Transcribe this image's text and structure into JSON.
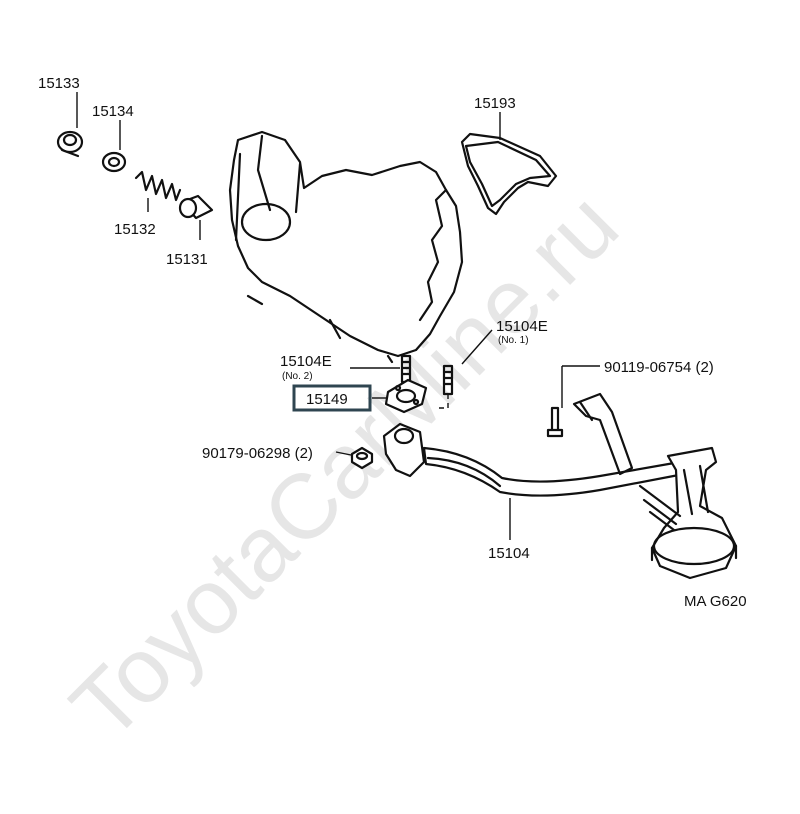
{
  "watermark": "ToyotaCarMine.ru",
  "diagram_code": "MA G620",
  "highlight_color": "#2f4550",
  "labels": {
    "p15133": "15133",
    "p15134": "15134",
    "p15132": "15132",
    "p15131": "15131",
    "p15193": "15193",
    "p15104e_no1": "15104E",
    "p15104e_no1_sub": "(No. 1)",
    "p15104e_no2": "15104E",
    "p15104e_no2_sub": "(No. 2)",
    "p15149": "15149",
    "p90119": "90119-06754 (2)",
    "p90179": "90179-06298 (2)",
    "p15104": "15104"
  }
}
